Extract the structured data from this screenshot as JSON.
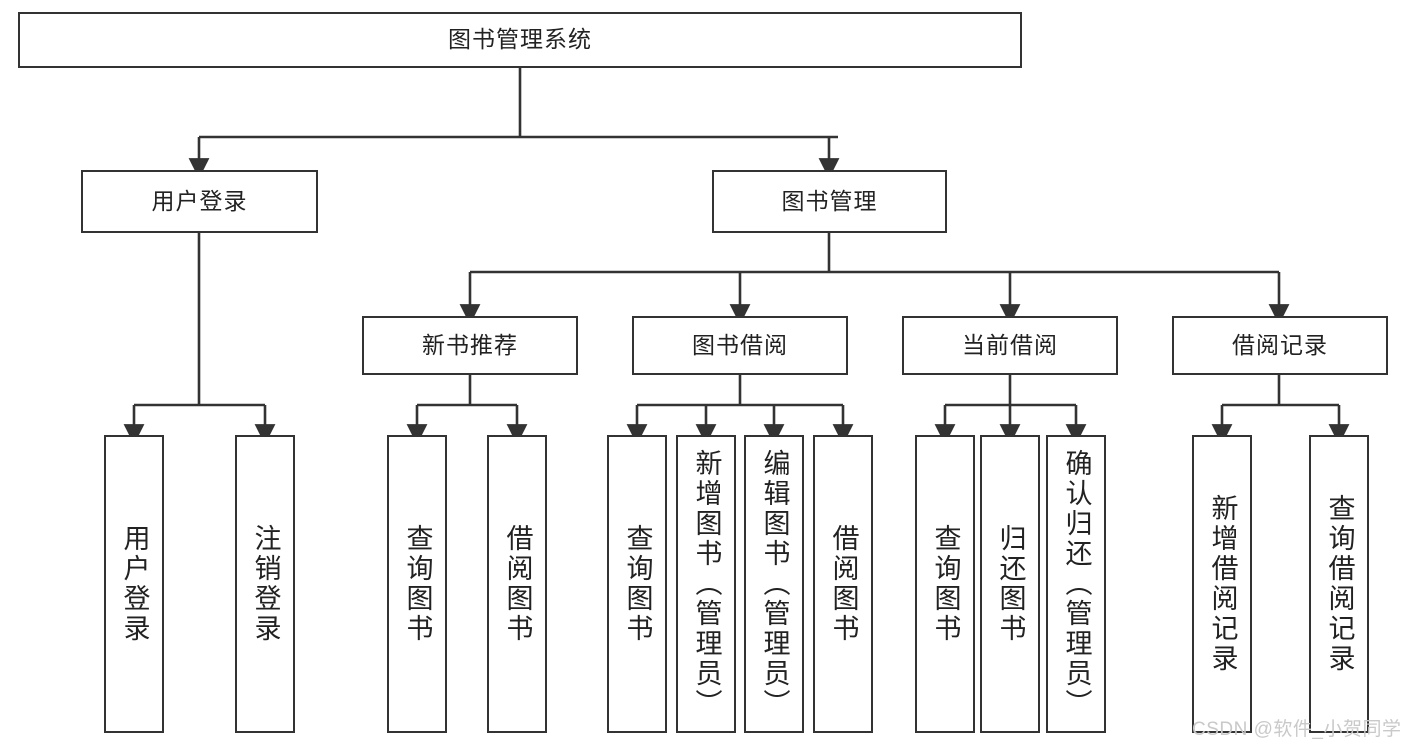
{
  "diagram": {
    "title": "图书管理系统",
    "type": "tree-hierarchy",
    "root": {
      "label": "图书管理系统"
    },
    "level2": [
      {
        "label": "用户登录"
      },
      {
        "label": "图书管理"
      }
    ],
    "level3": [
      {
        "label": "新书推荐"
      },
      {
        "label": "图书借阅"
      },
      {
        "label": "当前借阅"
      },
      {
        "label": "借阅记录"
      }
    ],
    "leaves": {
      "user_login": [
        {
          "label": "用户登录"
        },
        {
          "label": "注销登录"
        }
      ],
      "new_book_recommend": [
        {
          "label": "查询图书"
        },
        {
          "label": "借阅图书"
        }
      ],
      "book_borrow": [
        {
          "label": "查询图书"
        },
        {
          "label": "新增图书（管理员）"
        },
        {
          "label": "编辑图书（管理员）"
        },
        {
          "label": "借阅图书"
        }
      ],
      "current_borrow": [
        {
          "label": "查询图书"
        },
        {
          "label": "归还图书"
        },
        {
          "label": "确认归还（管理员）"
        }
      ],
      "borrow_record": [
        {
          "label": "新增借阅记录"
        },
        {
          "label": "查询借阅记录"
        }
      ]
    }
  },
  "watermark": {
    "text": "CSDN @软件_小贺同学"
  },
  "colors": {
    "stroke": "#333333",
    "box_fill": "#ffffff",
    "text": "#222222",
    "watermark": "#c9c9c9"
  }
}
